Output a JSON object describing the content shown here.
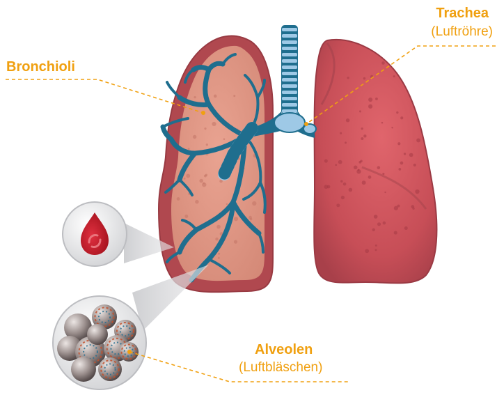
{
  "labels": {
    "bronchioli": {
      "title": "Bronchioli"
    },
    "trachea": {
      "title": "Trachea",
      "subtitle": "(Luftröhre)"
    },
    "alveolen": {
      "title": "Alveolen",
      "subtitle": "(Luftbläschen)"
    }
  },
  "colors": {
    "label": "#f0a010",
    "lung_outer": "#a9444d",
    "lung_inner": "#d98c7e",
    "airway": "#1f6e8e",
    "trachea_ring": "#9ec9e6",
    "blood": "#c0202e",
    "alveolus": "#8c7e7e"
  },
  "icons": [
    "blood-drop-icon",
    "alveoli-cluster-icon"
  ]
}
